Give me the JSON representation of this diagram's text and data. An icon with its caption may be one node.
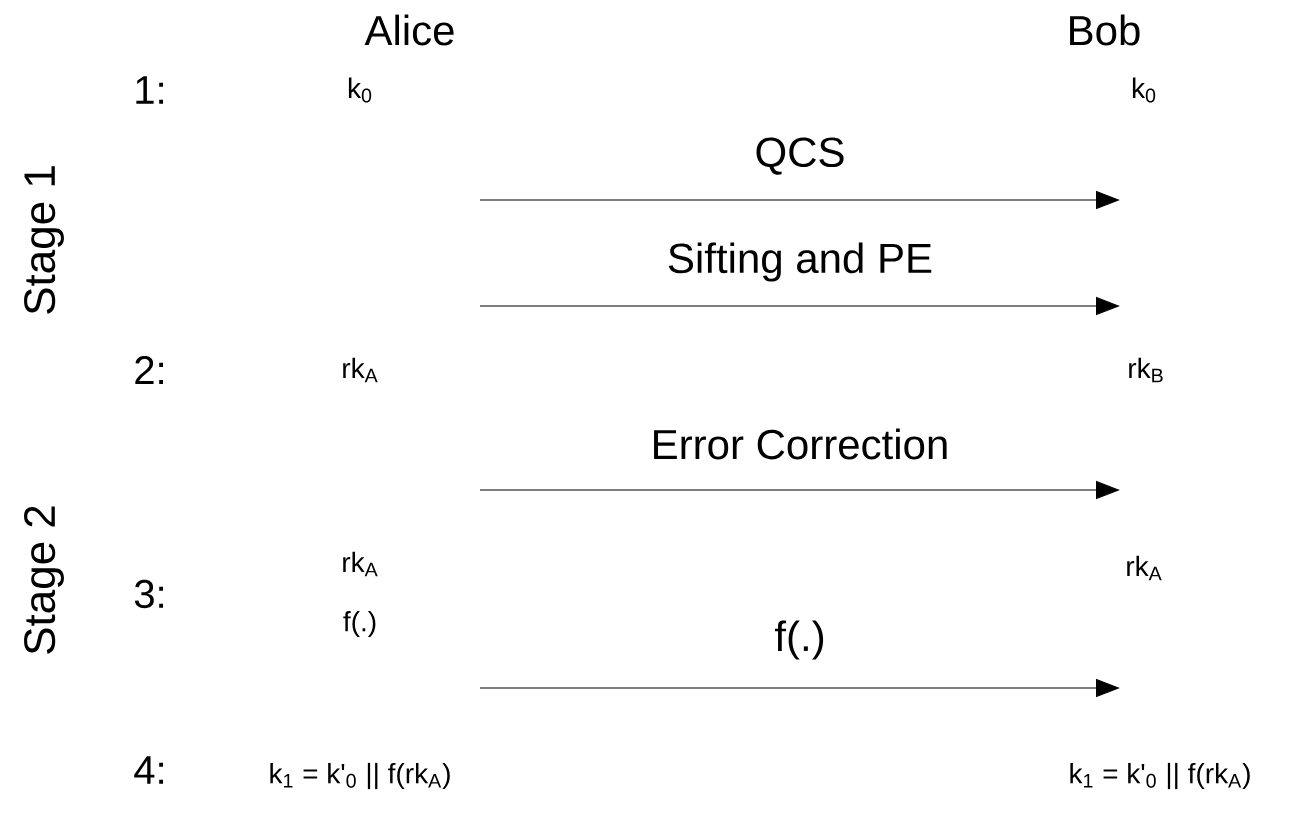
{
  "diagram": {
    "labels": [
      "Alice",
      "Bob",
      "1:",
      "k$_{0}$",
      "k$_{0}$",
      "QCS",
      "Stage 1",
      "Sifting and PE",
      "2:",
      "rk$_{A}$",
      "rk$_{B}$",
      "Error Correction",
      "Stage 2",
      "rk$_{A}$",
      "3:",
      "rk$_{A}$",
      "f(.)",
      "f(.)",
      "4:",
      "k$_{1}$ = k'$_{0}$ || f(rk$_{A}$)",
      "k$_{1}$ = k'$_{0}$ || f(rk$_{A}$)"
    ]
  }
}
